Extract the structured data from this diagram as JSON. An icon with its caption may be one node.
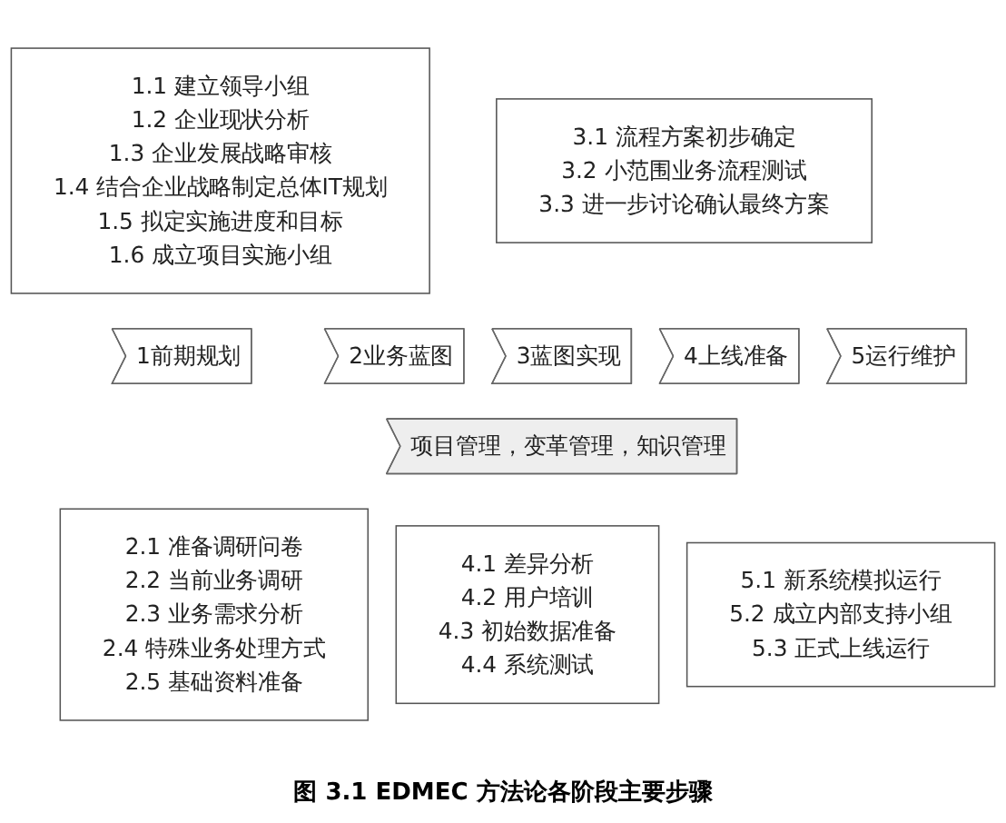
{
  "diagram": {
    "caption": "图 3.1 EDMEC 方法论各阶段主要步骤",
    "nodes": [
      {
        "text": [
          "1.1 建立领导小组",
          "1.2 企业现状分析",
          "1.3 企业发展战略审核",
          "1.4 结合企业战略制定总体IT规划",
          "1.5 拟定实施进度和目标",
          "1.6 成立项目实施小组"
        ]
      },
      {
        "text": [
          "3.1 流程方案初步确定",
          "3.2 小范围业务流程测试",
          "3.3 进一步讨论确认最终方案"
        ]
      },
      {
        "text": [
          "1前期规划"
        ]
      },
      {
        "text": [
          "2业务蓝图"
        ]
      },
      {
        "text": [
          "3蓝图实现"
        ]
      },
      {
        "text": [
          "4上线准备"
        ]
      },
      {
        "text": [
          "5运行维护"
        ]
      },
      {
        "text": [
          "项目管理，变革管理，知识管理"
        ]
      },
      {
        "text": [
          "2.1 准备调研问卷",
          "2.2 当前业务调研",
          "2.3 业务需求分析",
          "2.4 特殊业务处理方式",
          "2.5 基础资料准备"
        ]
      },
      {
        "text": [
          "4.1 差异分析",
          "4.2 用户培训",
          "4.3 初始数据准备",
          "4.4 系统测试"
        ]
      },
      {
        "text": [
          "5.1 新系统模拟运行",
          "5.2 成立内部支持小组",
          "5.3 正式上线运行"
        ]
      }
    ],
    "edges": []
  }
}
